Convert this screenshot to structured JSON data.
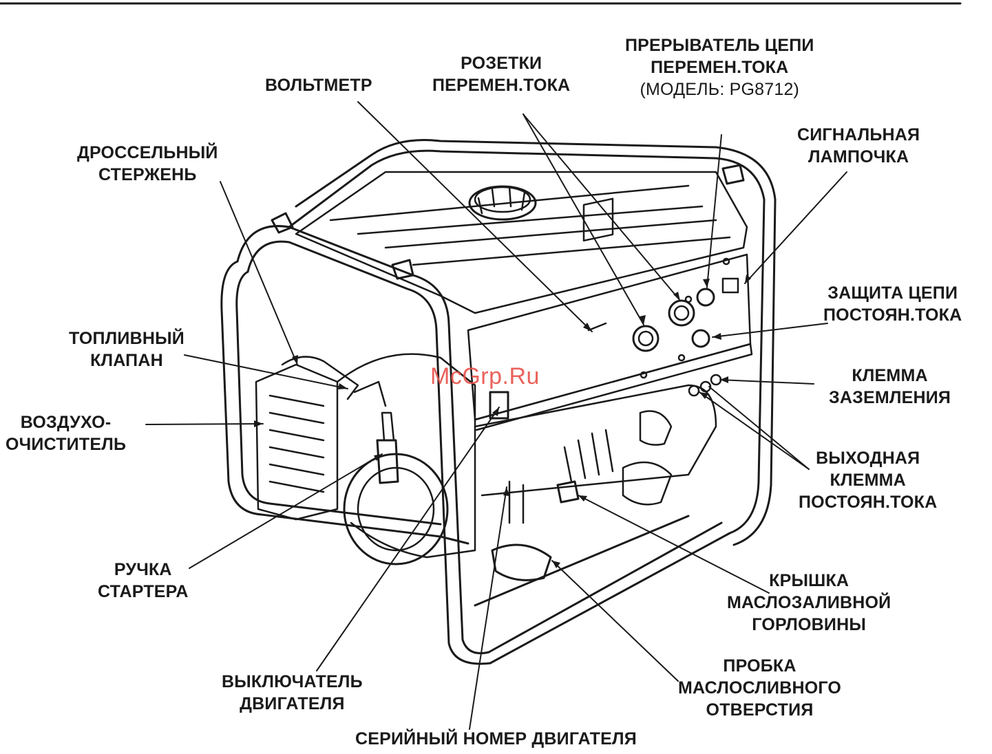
{
  "labels": {
    "voltmeter": [
      "ВОЛЬТМЕТР"
    ],
    "ac_outlets": [
      "РОЗЕТКИ",
      "ПЕРЕМЕН.ТОКА"
    ],
    "ac_breaker": [
      "ПРЕРЫВАТЕЛЬ ЦЕПИ",
      "ПЕРЕМЕН.ТОКА",
      "(МОДЕЛЬ: PG8712)"
    ],
    "pilot_lamp": [
      "СИГНАЛЬНАЯ",
      "ЛАМПОЧКА"
    ],
    "choke_rod": [
      "ДРОССЕЛЬНЫЙ",
      "СТЕРЖЕНЬ"
    ],
    "fuel_valve": [
      "ТОПЛИВНЫЙ",
      "КЛАПАН"
    ],
    "dc_protector": [
      "ЗАЩИТА ЦЕПИ",
      "ПОСТОЯН.ТОКА"
    ],
    "ground_terminal": [
      "КЛЕММА",
      "ЗАЗЕМЛЕНИЯ"
    ],
    "air_cleaner": [
      "ВОЗДУХО-",
      "ОЧИСТИТЕЛЬ"
    ],
    "dc_output": [
      "ВЫХОДНАЯ",
      "КЛЕММА",
      "ПОСТОЯН.ТОКА"
    ],
    "recoil_starter": [
      "РУЧКА",
      "СТАРТЕРА"
    ],
    "oil_filler_cap": [
      "КРЫШКА",
      "МАСЛОЗАЛИВНОЙ",
      "ГОРЛОВИНЫ"
    ],
    "engine_switch": [
      "ВЫКЛЮЧАТЕЛЬ",
      "ДВИГАТЕЛЯ"
    ],
    "oil_drain_plug": [
      "ПРОБКА",
      "МАСЛОСЛИВНОГО",
      "ОТВЕРСТИЯ"
    ],
    "engine_serial": [
      "СЕРИЙНЫЙ НОМЕР ДВИГАТЕЛЯ"
    ]
  },
  "watermark": "McGrp.Ru",
  "colors": {
    "ink": "#1a1a1a",
    "watermark": "#e8524a",
    "background": "#ffffff"
  }
}
